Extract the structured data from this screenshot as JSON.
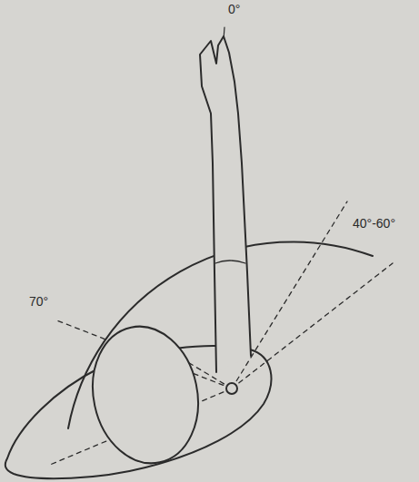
{
  "diagram": {
    "labels": [
      "0°",
      "40°-60°",
      "70°"
    ]
  }
}
